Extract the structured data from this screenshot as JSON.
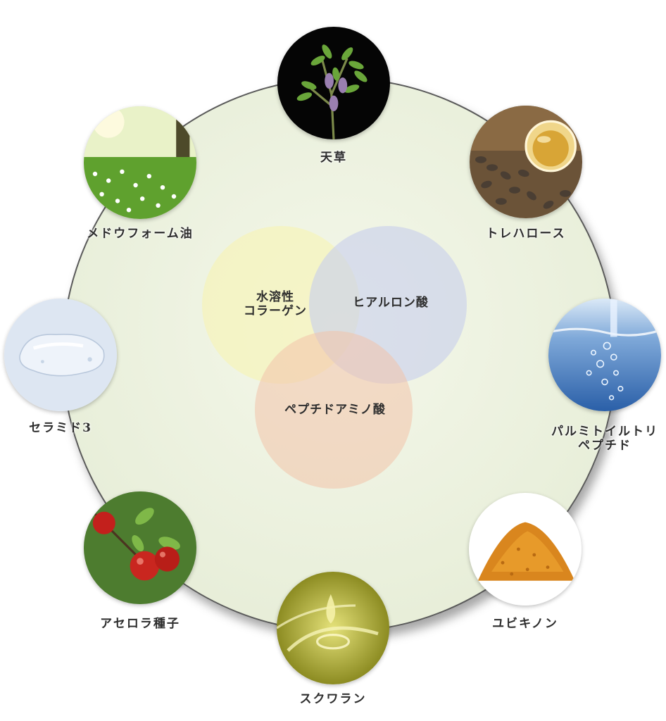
{
  "center": {
    "items": [
      {
        "label": "水溶性\nコラーゲン",
        "color": "#f6f3b2"
      },
      {
        "label": "ヒアルロン酸",
        "color": "#c8ceec"
      },
      {
        "label": "ペプチドアミノ酸",
        "color": "#f2c3aa"
      }
    ]
  },
  "ingredients": [
    {
      "label": "天草",
      "icon": "herb-plant-icon"
    },
    {
      "label": "トレハロース",
      "icon": "seeds-oil-icon"
    },
    {
      "label": "パルミトイルトリ\nペプチド",
      "icon": "water-bubbles-icon"
    },
    {
      "label": "ユビキノン",
      "icon": "orange-powder-icon"
    },
    {
      "label": "スクワラン",
      "icon": "oil-droplet-icon"
    },
    {
      "label": "アセロラ種子",
      "icon": "acerola-fruit-icon"
    },
    {
      "label": "セラミド3",
      "icon": "gel-drop-icon"
    },
    {
      "label": "メドウフォーム油",
      "icon": "meadow-flowers-icon"
    }
  ]
}
